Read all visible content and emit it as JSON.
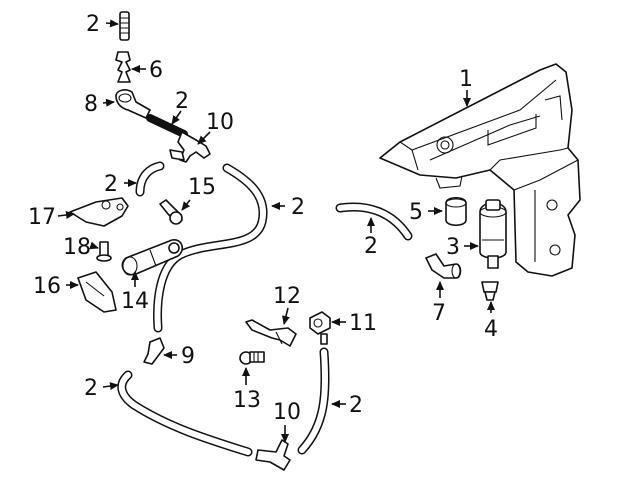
{
  "diagram": {
    "callouts": [
      {
        "id": "c2a",
        "label": "2"
      },
      {
        "id": "c6",
        "label": "6"
      },
      {
        "id": "c8",
        "label": "8"
      },
      {
        "id": "c2b",
        "label": "2"
      },
      {
        "id": "c10a",
        "label": "10"
      },
      {
        "id": "c1",
        "label": "1"
      },
      {
        "id": "c2c",
        "label": "2"
      },
      {
        "id": "c15",
        "label": "15"
      },
      {
        "id": "c2d",
        "label": "2"
      },
      {
        "id": "c17",
        "label": "17"
      },
      {
        "id": "c5",
        "label": "5"
      },
      {
        "id": "c2e",
        "label": "2"
      },
      {
        "id": "c3",
        "label": "3"
      },
      {
        "id": "c18",
        "label": "18"
      },
      {
        "id": "c16",
        "label": "16"
      },
      {
        "id": "c14",
        "label": "14"
      },
      {
        "id": "c7",
        "label": "7"
      },
      {
        "id": "c4",
        "label": "4"
      },
      {
        "id": "c12",
        "label": "12"
      },
      {
        "id": "c11",
        "label": "11"
      },
      {
        "id": "c9",
        "label": "9"
      },
      {
        "id": "c2f",
        "label": "2"
      },
      {
        "id": "c13",
        "label": "13"
      },
      {
        "id": "c10b",
        "label": "10"
      },
      {
        "id": "c2g",
        "label": "2"
      }
    ]
  }
}
